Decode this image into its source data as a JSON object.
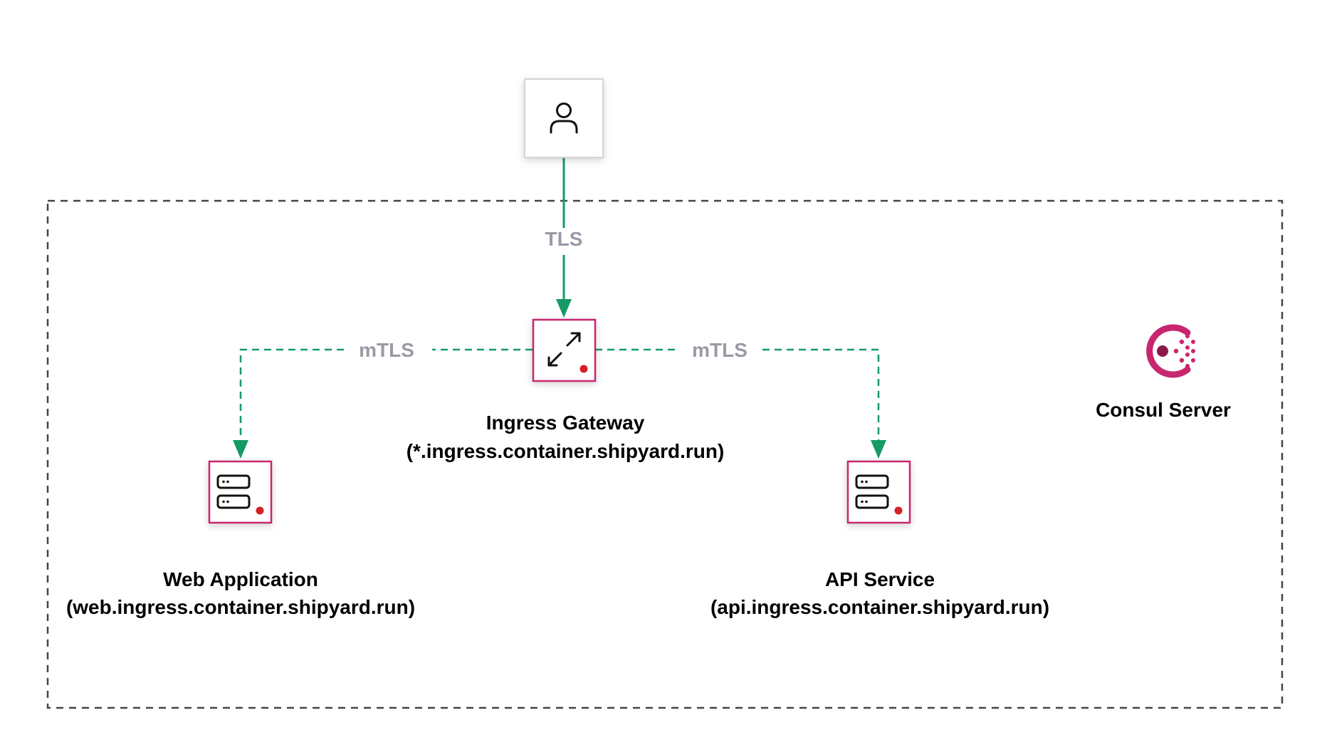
{
  "colors": {
    "edge": "#159a66",
    "service_border": "#c8266e",
    "status_dot": "#d62027",
    "boundary": "#444444",
    "edge_label": "#9a9aa6",
    "consul_brand": "#c8266e"
  },
  "user": {
    "icon": "user-icon"
  },
  "edges": {
    "tls_label": "TLS",
    "mtls_left_label": "mTLS",
    "mtls_right_label": "mTLS"
  },
  "nodes": {
    "ingress_gateway": {
      "icon": "arrows-expand-icon",
      "title": "Ingress Gateway",
      "subtitle": "(*.ingress.container.shipyard.run)"
    },
    "web_application": {
      "icon": "server-icon",
      "title": "Web Application",
      "subtitle": "(web.ingress.container.shipyard.run)"
    },
    "api_service": {
      "icon": "server-icon",
      "title": "API Service",
      "subtitle": "(api.ingress.container.shipyard.run)"
    },
    "consul_server": {
      "icon": "consul-logo-icon",
      "title": "Consul Server"
    }
  }
}
